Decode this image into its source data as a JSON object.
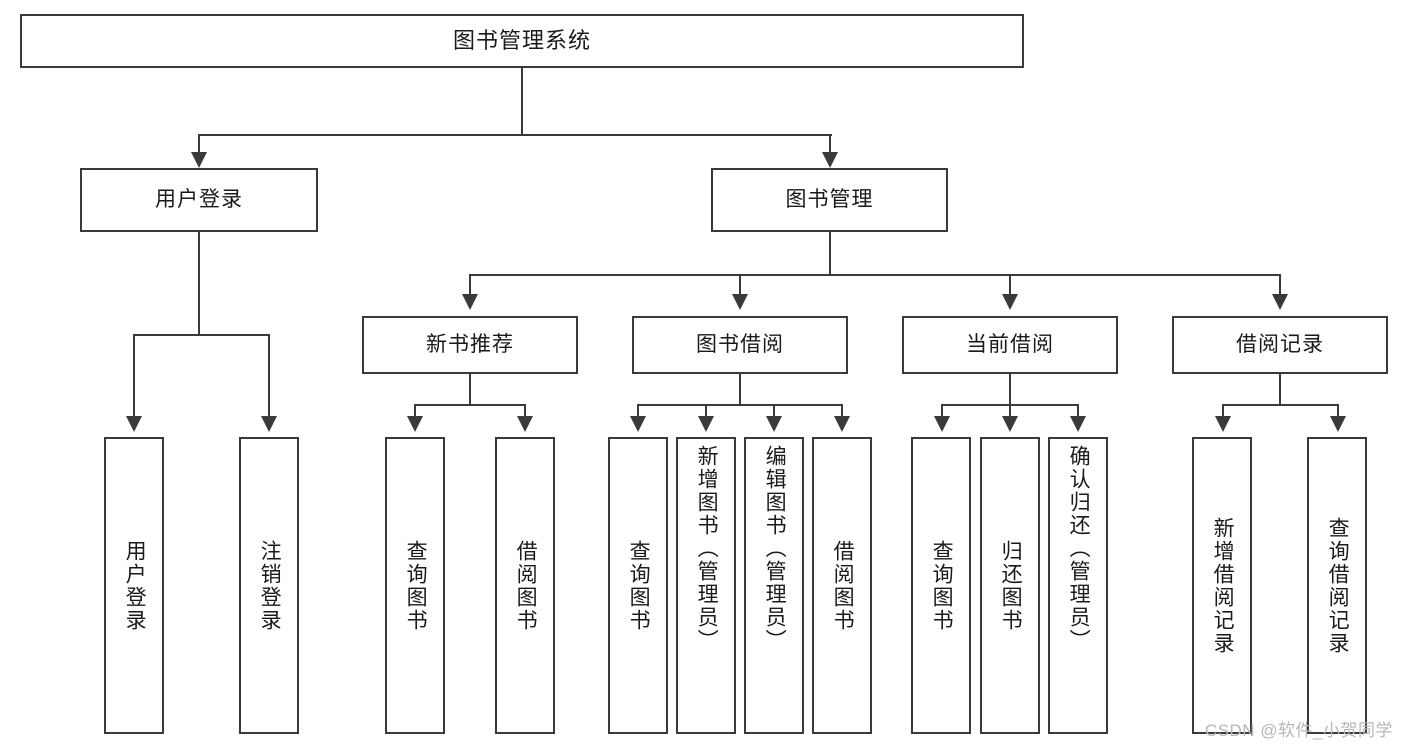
{
  "diagram": {
    "title": "图书管理系统",
    "watermark": "CSDN @软件_小贺同学",
    "colors": {
      "stroke": "#3a3a3a",
      "text": "#1a1a1a",
      "background": "#ffffff",
      "watermark": "#b7b7b7"
    }
  },
  "root": {
    "label": "图书管理系统"
  },
  "level2": [
    {
      "label": "用户登录"
    },
    {
      "label": "图书管理"
    }
  ],
  "level3": [
    {
      "label": "新书推荐"
    },
    {
      "label": "图书借阅"
    },
    {
      "label": "当前借阅"
    },
    {
      "label": "借阅记录"
    }
  ],
  "leaves": {
    "user_login": [
      {
        "label": "用户登录"
      },
      {
        "label": "注销登录"
      }
    ],
    "new_book_recommend": [
      {
        "label": "查询图书"
      },
      {
        "label": "借阅图书"
      }
    ],
    "book_borrow": [
      {
        "label": "查询图书"
      },
      {
        "label": "新增图书（管理员）"
      },
      {
        "label": "编辑图书（管理员）"
      },
      {
        "label": "借阅图书"
      }
    ],
    "current_borrow": [
      {
        "label": "查询图书"
      },
      {
        "label": "归还图书"
      },
      {
        "label": "确认归还（管理员）"
      }
    ],
    "borrow_record": [
      {
        "label": "新增借阅记录"
      },
      {
        "label": "查询借阅记录"
      }
    ]
  }
}
